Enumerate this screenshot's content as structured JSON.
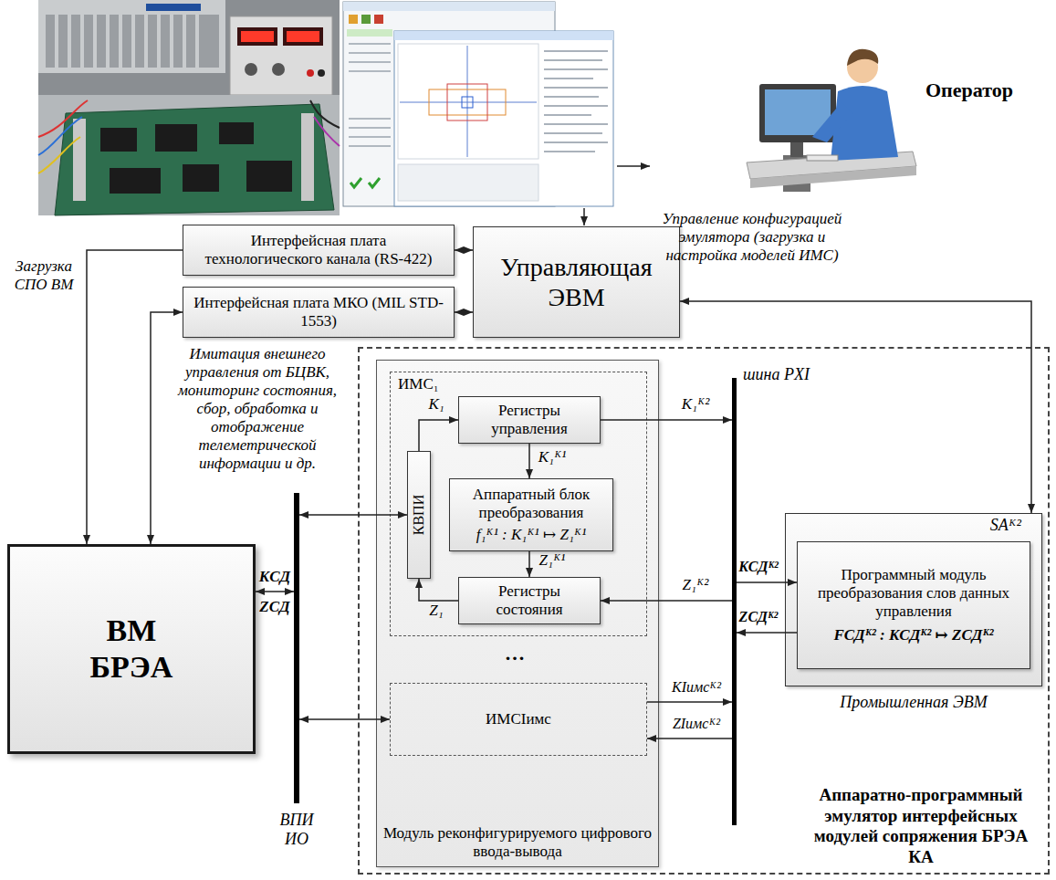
{
  "diagram": {
    "nodes": [
      {
        "text": [
          "Интерфейсная плата технологического канала (RS-422)"
        ]
      },
      {
        "text": [
          "Интерфейсная плата МКО (MIL STD-1553)"
        ]
      },
      {
        "text": [
          "Управляющая ЭВМ"
        ]
      },
      {
        "text": [
          "ВМ БРЭА"
        ]
      },
      {
        "text": [
          "ВПИ ИО"
        ]
      },
      {
        "text": [
          "Аппаратно-программный эмулятор интерфейсных модулей сопряжения БРЭА КА"
        ]
      },
      {
        "text": [
          "Модуль реконфигурируемого цифрового ввода-вывода"
        ],
        "in": 5
      },
      {
        "text": [
          "ИМС₁"
        ],
        "in": 6
      },
      {
        "text": [
          "КВПИ"
        ],
        "in": 7
      },
      {
        "text": [
          "Регистры управления"
        ],
        "in": 7
      },
      {
        "text": [
          "Аппаратный блок преобразования",
          "f₁ᴷ¹ : K₁ᴷ¹ ↦ Z₁ᴷ¹"
        ],
        "in": 7
      },
      {
        "text": [
          "Регистры состояния"
        ],
        "in": 7
      },
      {
        "text": [
          "ИМСIимс"
        ],
        "in": 6
      },
      {
        "text": [
          "шина PXI"
        ],
        "in": 5
      },
      {
        "text": [
          "SAᴷ²",
          "Промышленная ЭВМ"
        ],
        "in": 5
      },
      {
        "text": [
          "Программный модуль преобразования слов данных управления",
          "FСДᴷ² : KСДᴷ² ↦ ZСДᴷ²"
        ],
        "in": 14
      }
    ],
    "edges": [
      {
        "from": 2,
        "to": 0,
        "arrow": "both"
      },
      {
        "from": 2,
        "to": 1,
        "arrow": "both"
      },
      {
        "from": 0,
        "to": 3,
        "arrow": "to"
      },
      {
        "from": 1,
        "to": 3,
        "arrow": "both"
      },
      {
        "from": 2,
        "to": 14,
        "arrow": "both"
      },
      {
        "from": 3,
        "to": 4,
        "label": "KСД",
        "arrow": "both"
      },
      {
        "from": 4,
        "to": 8,
        "arrow": "both"
      },
      {
        "from": 4,
        "to": 12,
        "arrow": "both"
      },
      {
        "from": 8,
        "to": 9,
        "label": "K₁",
        "arrow": "to"
      },
      {
        "from": 11,
        "to": 8,
        "label": "Z₁",
        "arrow": "to"
      },
      {
        "from": 9,
        "to": 10,
        "label": "K₁ᴷ¹",
        "arrow": "to"
      },
      {
        "from": 10,
        "to": 11,
        "label": "Z₁ᴷ¹",
        "arrow": "to"
      },
      {
        "from": 9,
        "to": 13,
        "label": "K₁ᴷ²",
        "arrow": "to"
      },
      {
        "from": 13,
        "to": 11,
        "label": "Z₁ᴷ²",
        "arrow": "to"
      },
      {
        "from": 12,
        "to": 13,
        "label": "KIимсᴷ²",
        "arrow": "to"
      },
      {
        "from": 13,
        "to": 12,
        "label": "ZIимсᴷ²",
        "arrow": "to"
      },
      {
        "from": 13,
        "to": 15,
        "label": "KСДᴷ²",
        "arrow": "to"
      },
      {
        "from": 15,
        "to": 13,
        "label": "ZСДᴷ²",
        "arrow": "to"
      }
    ],
    "labels": [
      "Оператор",
      "Управление конфигурацией эмулятора (загрузка и настройка моделей ИМС)",
      "Загрузка СПО ВМ",
      "Имитация внешнего управления от БЦВК, мониторинг состояния, сбор, обработка и отображение телеметрической информации и др.",
      "ZСД",
      "..."
    ]
  }
}
